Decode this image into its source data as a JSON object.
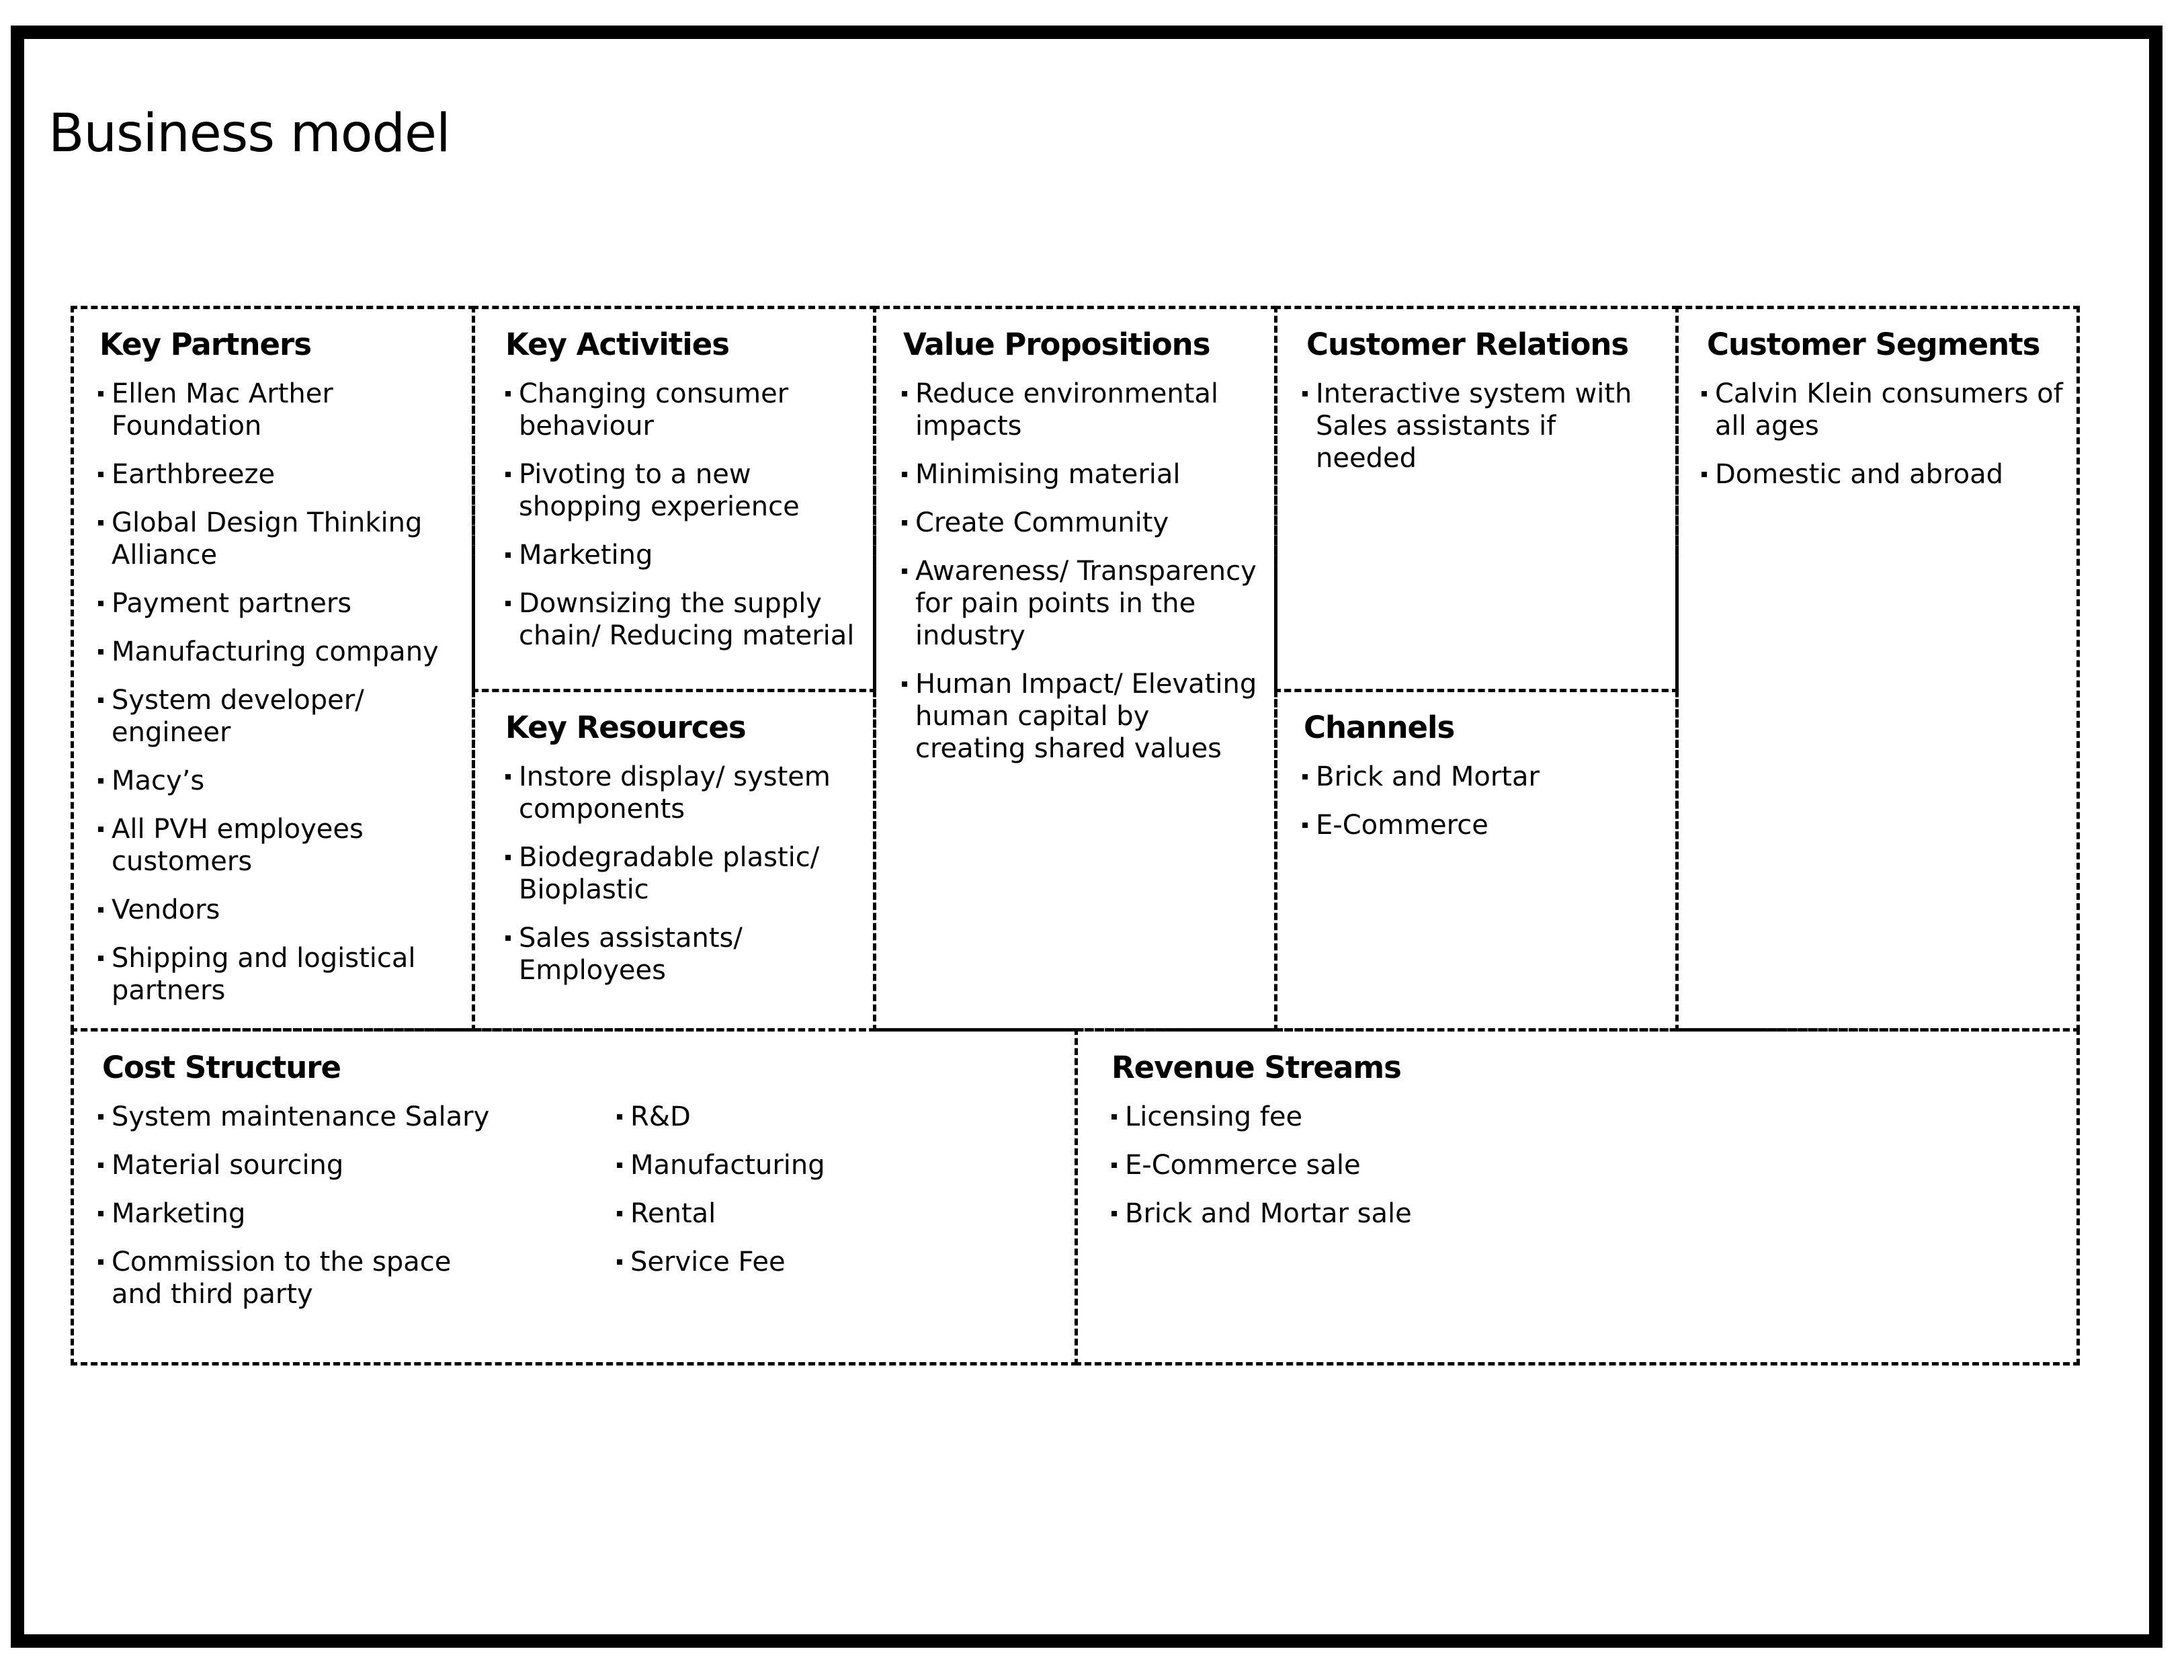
{
  "page": {
    "title": "Business model"
  },
  "canvas": {
    "key_partners": {
      "title": "Key Partners",
      "items": [
        "Ellen Mac Arther Foundation",
        "Earthbreeze",
        "Global Design Thinking Alliance",
        "Payment partners",
        "Manufacturing company",
        "System developer/ engineer",
        "Macy’s",
        "All PVH employees customers",
        "Vendors",
        "Shipping and logistical partners"
      ]
    },
    "key_activities": {
      "title": "Key Activities",
      "items": [
        "Changing consumer behaviour",
        "Pivoting to a new shopping experience",
        "Marketing",
        "Downsizing the supply chain/ Reducing material"
      ]
    },
    "key_resources": {
      "title": "Key Resources",
      "items": [
        "Instore display/ system components",
        "Biodegradable plastic/ Bioplastic",
        "Sales assistants/ Employees"
      ]
    },
    "value_propositions": {
      "title": "Value Propositions",
      "items": [
        "Reduce environmental impacts",
        "Minimising material",
        "Create Community",
        "Awareness/ Transparency for pain points in the industry",
        "Human Impact/ Elevating human capital by creating shared values"
      ]
    },
    "customer_relations": {
      "title": "Customer Relations",
      "items": [
        "Interactive system with Sales assistants if needed"
      ]
    },
    "channels": {
      "title": "Channels",
      "items": [
        "Brick and Mortar",
        "E-Commerce"
      ]
    },
    "customer_segments": {
      "title": "Customer Segments",
      "items": [
        "Calvin Klein consumers of all ages",
        "Domestic and abroad"
      ]
    },
    "cost_structure": {
      "title": "Cost Structure",
      "items_left": [
        "System maintenance Salary",
        "Material sourcing",
        "Marketing",
        "Commission to the space and third party"
      ],
      "items_right": [
        "R&D",
        "Manufacturing",
        "Rental",
        "Service Fee"
      ]
    },
    "revenue_streams": {
      "title": "Revenue Streams",
      "items": [
        "Licensing fee",
        "E-Commerce sale",
        "Brick and Mortar sale"
      ]
    }
  }
}
